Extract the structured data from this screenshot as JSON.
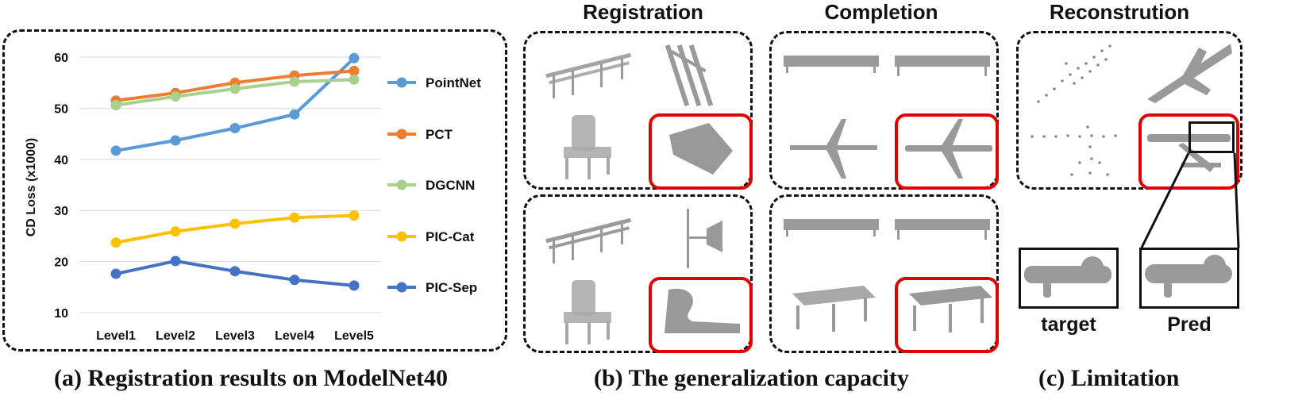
{
  "chart_data": {
    "type": "line",
    "categories": [
      "Level1",
      "Level2",
      "Level3",
      "Level4",
      "Level5"
    ],
    "ylabel": "CD Loss (x1000)",
    "xlabel": "",
    "ylim": [
      10,
      60
    ],
    "yticks": [
      10,
      20,
      30,
      40,
      50,
      60
    ],
    "grid": true,
    "legend_position": "right",
    "series": [
      {
        "name": "PointNet",
        "color": "#5b9bd5",
        "values": [
          41.7,
          43.7,
          46.1,
          48.8,
          59.8
        ]
      },
      {
        "name": "PCT",
        "color": "#ed7d31",
        "values": [
          51.5,
          53.0,
          55.0,
          56.4,
          57.3
        ]
      },
      {
        "name": "DGCNN",
        "color": "#a9d18e",
        "values": [
          50.6,
          52.3,
          53.8,
          55.2,
          55.6
        ]
      },
      {
        "name": "PIC-Cat",
        "color": "#ffc000",
        "values": [
          23.7,
          25.9,
          27.4,
          28.6,
          29.0
        ]
      },
      {
        "name": "PIC-Sep",
        "color": "#4472c4",
        "values": [
          17.6,
          20.1,
          18.1,
          16.4,
          15.3
        ]
      }
    ]
  },
  "captions": {
    "a": "(a) Registration results on ModelNet40",
    "b": "(b) The generalization capacity",
    "c": "(c) Limitation"
  },
  "columns": {
    "registration": "Registration",
    "completion": "Completion",
    "reconstruction": "Reconstrution"
  },
  "labels": {
    "target": "target",
    "pred": "Pred"
  }
}
